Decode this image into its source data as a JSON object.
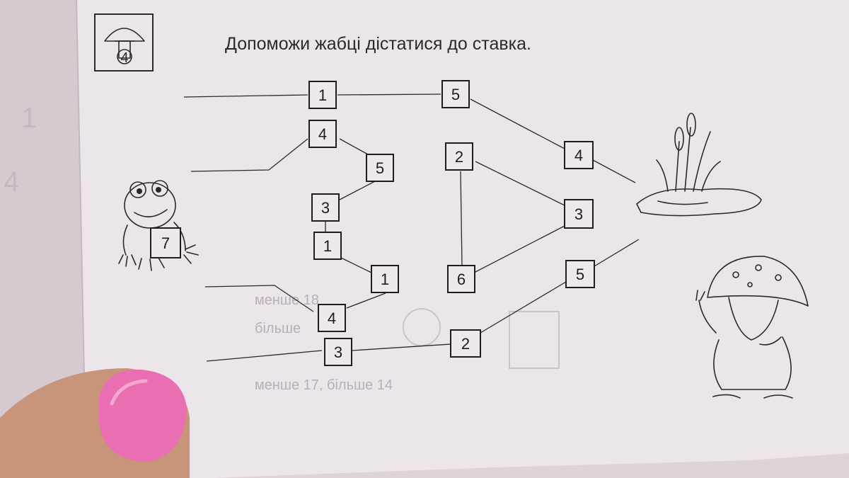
{
  "task": {
    "title": "Допоможи жабці дістатися до ставка.",
    "badge_number": "4"
  },
  "start": {
    "frog_number": "7"
  },
  "boxes": [
    {
      "id": "b1",
      "value": "1"
    },
    {
      "id": "b2",
      "value": "4"
    },
    {
      "id": "b3",
      "value": "5"
    },
    {
      "id": "b4",
      "value": "3"
    },
    {
      "id": "b5",
      "value": "1"
    },
    {
      "id": "b6",
      "value": "1"
    },
    {
      "id": "b7",
      "value": "4"
    },
    {
      "id": "b8",
      "value": "3"
    },
    {
      "id": "b9",
      "value": "5"
    },
    {
      "id": "b10",
      "value": "2"
    },
    {
      "id": "b11",
      "value": "6"
    },
    {
      "id": "b12",
      "value": "2"
    },
    {
      "id": "b13",
      "value": "4"
    },
    {
      "id": "b14",
      "value": "3"
    },
    {
      "id": "b15",
      "value": "5"
    }
  ],
  "colors": {
    "paper": "#ece6eb",
    "ink": "#1e1e1e",
    "nail": "#ea6fb2",
    "skin": "#c9957a"
  }
}
